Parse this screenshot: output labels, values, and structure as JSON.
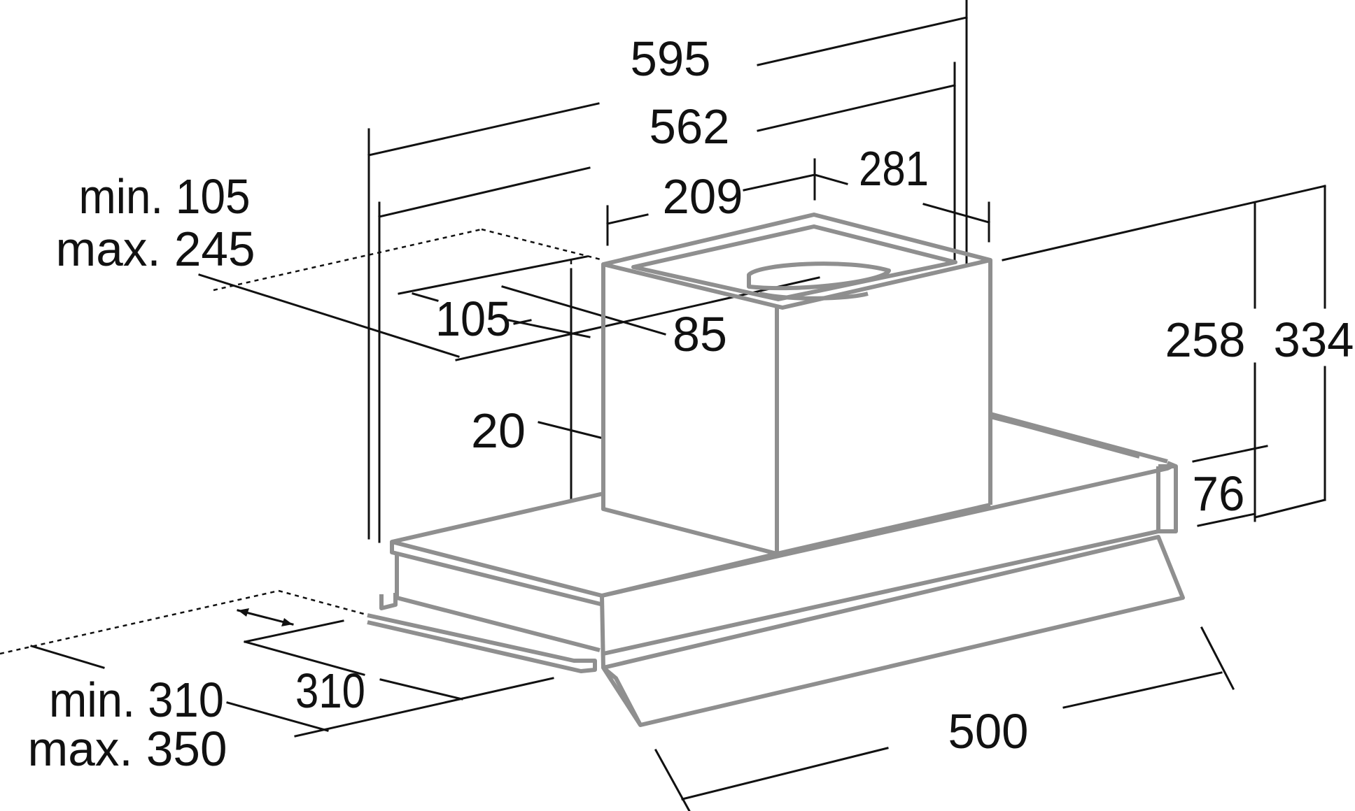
{
  "dimensions": {
    "width_overall": "595",
    "width_inner": "562",
    "chimney_offset": "209",
    "chimney_width": "281",
    "wall_distance_range": [
      "min. 105",
      "max. 245"
    ],
    "outlet_offset": "105",
    "outlet_diameter_offset": "85",
    "top_gap": "20",
    "height_body": "258",
    "height_total": "334",
    "front_panel_height": "76",
    "slide_depth": "310",
    "slide_range": [
      "min. 310",
      "max. 350"
    ],
    "depth": "500"
  }
}
